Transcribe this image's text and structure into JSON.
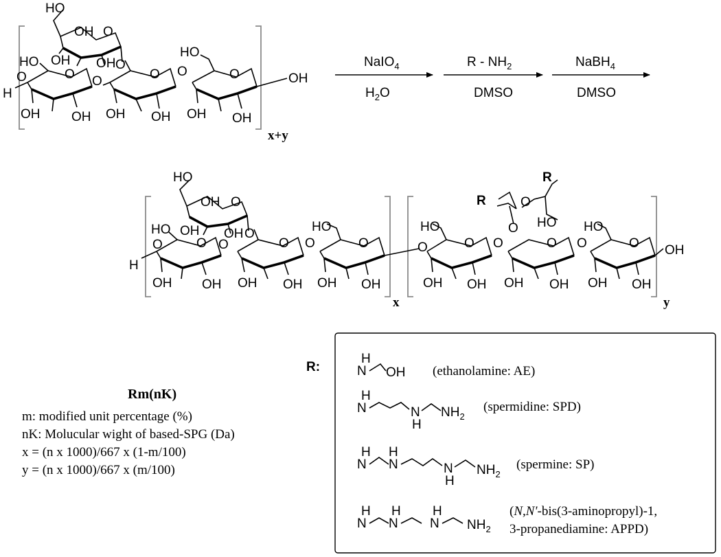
{
  "reaction": {
    "steps": [
      {
        "reagent": "NaIO",
        "reagent_sub": "4",
        "solvent": "H",
        "solvent_sub": "2",
        "solvent_tail": "O"
      },
      {
        "reagent": "R - NH",
        "reagent_sub": "2",
        "solvent": "DMSO",
        "solvent_sub": "",
        "solvent_tail": ""
      },
      {
        "reagent": "NaBH",
        "reagent_sub": "4",
        "solvent": "DMSO",
        "solvent_sub": "",
        "solvent_tail": ""
      }
    ]
  },
  "labels": {
    "oh": "OH",
    "ho": "HO",
    "o": "O",
    "h": "H",
    "r": "R",
    "r_colon": "R:",
    "n": "N",
    "nh": "NH",
    "two": "2"
  },
  "subscripts": {
    "top": "x+y",
    "bottom_x": "x",
    "bottom_y": "y"
  },
  "legend": {
    "title_bold": "Rm",
    "title_paren": "(nK)",
    "lines": [
      "m: modified unit percentage (%)",
      "nK: Molucular wight of based-SPG (Da)",
      "x = (n x 1000)/667 x (1-m/100)",
      "y = (n x 1000)/667 x (m/100)"
    ]
  },
  "r_groups": [
    {
      "name": "(ethanolamine: AE)"
    },
    {
      "name": "(spermidine: SPD)"
    },
    {
      "name": "(spermine: SP)"
    },
    {
      "name_prefix": "(",
      "name_italic": "N,N'",
      "name_rest": "-bis(3-aminopropyl)-1,",
      "name_line2": "3-propanediamine: APPD)"
    }
  ]
}
